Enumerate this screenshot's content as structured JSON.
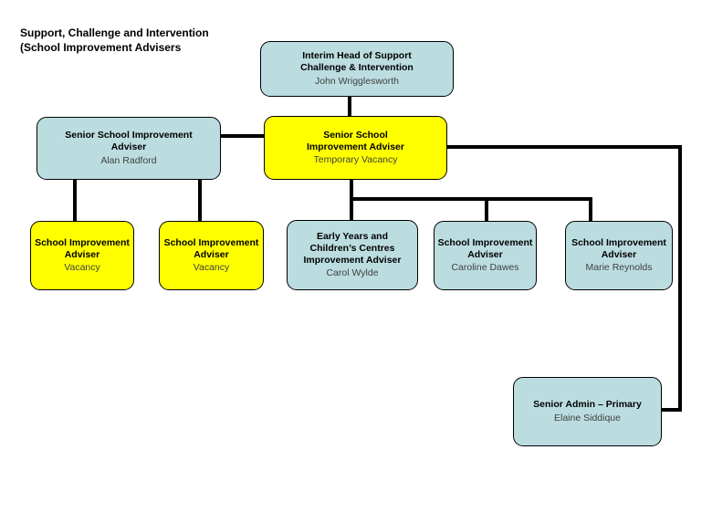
{
  "heading": "Support, Challenge and Intervention\n(School Improvement Advisers",
  "colors": {
    "standard_fill": "#bcdde0",
    "vacancy_fill": "#ffff00",
    "border": "#000000",
    "connector": "#000000",
    "title_text": "#000000",
    "name_text": "#3f3f3f"
  },
  "nodes": {
    "interim_head": {
      "title": "Interim Head of Support\nChallenge & Intervention",
      "name": "John Wrigglesworth",
      "fill": "standard_fill"
    },
    "senior_adviser_radford": {
      "title": "Senior School Improvement\nAdviser",
      "name": "Alan Radford",
      "fill": "standard_fill"
    },
    "senior_adviser_vacancy": {
      "title": "Senior School\nImprovement Adviser",
      "name": "Temporary Vacancy",
      "fill": "vacancy_fill"
    },
    "adviser_vacancy_1": {
      "title": "School Improvement\nAdviser",
      "name": "Vacancy",
      "fill": "vacancy_fill"
    },
    "adviser_vacancy_2": {
      "title": "School Improvement\nAdviser",
      "name": "Vacancy",
      "fill": "vacancy_fill"
    },
    "early_years_adviser": {
      "title": "Early Years and\nChildren’s Centres\nImprovement Adviser",
      "name": "Carol Wylde",
      "fill": "standard_fill"
    },
    "adviser_dawes": {
      "title": "School Improvement\nAdviser",
      "name": "Caroline Dawes",
      "fill": "standard_fill"
    },
    "adviser_reynolds": {
      "title": "School Improvement\nAdviser",
      "name": "Marie Reynolds",
      "fill": "standard_fill"
    },
    "senior_admin": {
      "title": "Senior Admin – Primary",
      "name": "Elaine Siddique",
      "fill": "standard_fill"
    }
  },
  "edges": [
    {
      "from": "interim_head",
      "to": "senior_adviser_vacancy"
    },
    {
      "from": "senior_adviser_vacancy",
      "to": "senior_adviser_radford"
    },
    {
      "from": "senior_adviser_radford",
      "to": "adviser_vacancy_1"
    },
    {
      "from": "senior_adviser_radford",
      "to": "adviser_vacancy_2"
    },
    {
      "from": "senior_adviser_vacancy",
      "to": "early_years_adviser"
    },
    {
      "from": "senior_adviser_vacancy",
      "to": "adviser_dawes"
    },
    {
      "from": "senior_adviser_vacancy",
      "to": "adviser_reynolds"
    },
    {
      "from": "senior_adviser_vacancy",
      "to": "senior_admin"
    }
  ]
}
